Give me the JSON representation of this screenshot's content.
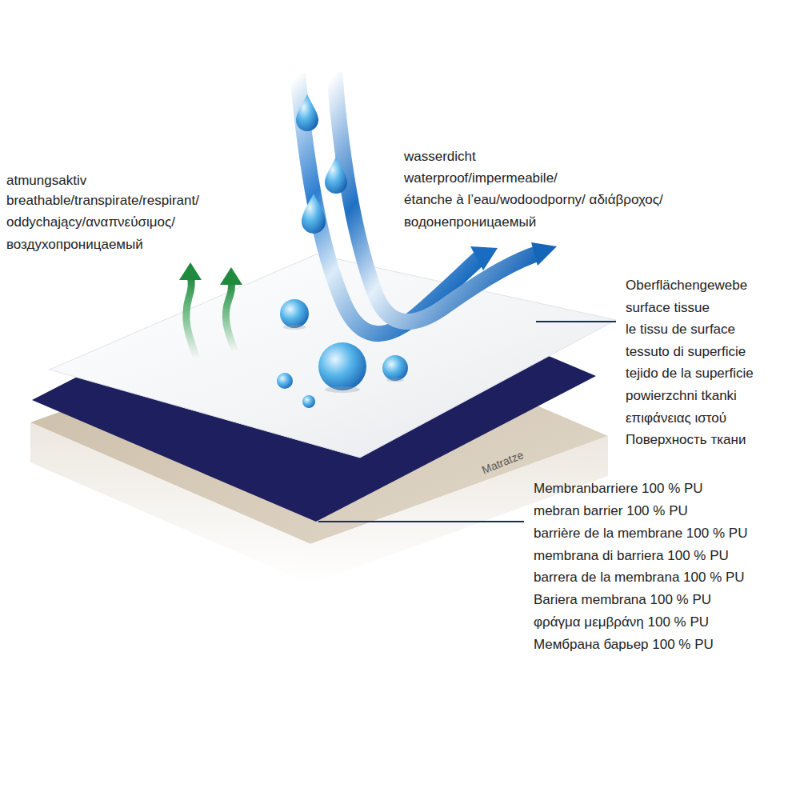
{
  "diagram": {
    "nodes": [
      {
        "text": [
          "Matratze"
        ]
      }
    ],
    "labels": [
      "atmungsaktiv",
      "breathable/transpirate/respirant/",
      "oddychający/αναπνεύσιμος/",
      "воздухопроницаемый",
      "wasserdicht",
      "waterproof/impermeabile/",
      "étanche à l’eau/wodoodporny/ αδιάβροχος/",
      "водонепроницаемый",
      "Oberflächengewebe",
      "surface tissue",
      "le tissu de surface",
      "tessuto di superficie",
      "tejido de la superficie",
      "powierzchni tkanki",
      "επιφάνειας ιστού",
      "Поверхность ткани",
      "Membranbarriere 100 % PU",
      "mebran barrier 100 % PU",
      "barrière de la membrane 100 % PU",
      "membrana di barriera 100 % PU",
      "barrera de la membrana 100 % PU",
      "Bariera membrana 100 % PU",
      "φράγμα μεμβράνη 100 % PU",
      "Мембрана барьер 100 % PU"
    ]
  }
}
